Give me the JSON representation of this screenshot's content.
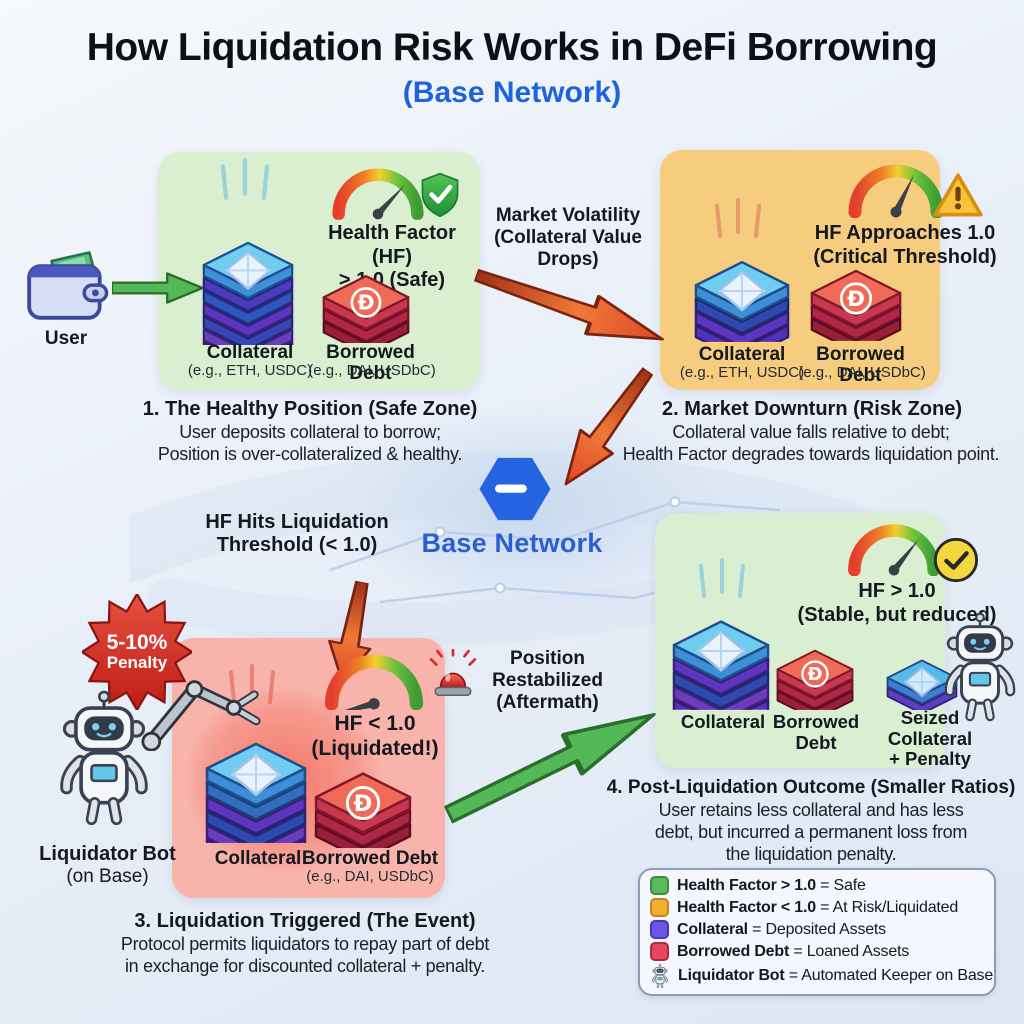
{
  "title": {
    "main": "How Liquidation Risk Works in DeFi Borrowing",
    "sub": "(Base Network)"
  },
  "colors": {
    "base_blue": "#2563e0",
    "title_blue": "#1e63dd",
    "safe_panel_green": "#d9efcf",
    "risk_panel_amber": "#f6cc7e",
    "danger_panel_pink": "#f8b3ab",
    "collateral_purple": "#6a55e6",
    "debt_red": "#e5485c",
    "arrow_green": "#55b858",
    "arrow_orange": "#e0542e"
  },
  "user": {
    "label": "User"
  },
  "center": {
    "label": "Base Network"
  },
  "stage1": {
    "hf": "Health Factor (HF)\n> 1.0 (Safe)",
    "collateral_label": "Collateral",
    "collateral_sub": "(e.g., ETH, USDC)",
    "debt_label": "Borrowed Debt",
    "debt_sub": "(e.g., DAI, USDbC)",
    "caption_title": "1. The Healthy Position (Safe Zone)",
    "caption_body": "User deposits collateral to borrow;\nPosition is over-collateralized & healthy."
  },
  "arrow_1_2_label": "Market Volatility\n(Collateral Value\nDrops)",
  "stage2": {
    "hf": "HF Approaches 1.0\n(Critical Threshold)",
    "collateral_label": "Collateral",
    "collateral_sub": "(e.g., ETH, USDC)",
    "debt_label": "Borrowed Debt",
    "debt_sub": "(e.g., DAI, USDbC)",
    "caption_title": "2. Market Downturn (Risk Zone)",
    "caption_body": "Collateral value falls relative to debt;\nHealth Factor degrades towards liquidation point."
  },
  "arrow_2_3_label": "HF Hits Liquidation\nThreshold (< 1.0)",
  "stage3": {
    "penalty_line1": "5-10%",
    "penalty_line2": "Penalty",
    "hf": "HF < 1.0\n(Liquidated!)",
    "collateral_label": "Collateral",
    "debt_label": "Borrowed Debt",
    "debt_sub": "(e.g., DAI, USDbC)",
    "caption_title": "3. Liquidation Triggered (The Event)",
    "caption_body": "Protocol permits liquidators to repay part of debt\nin exchange for discounted collateral + penalty."
  },
  "liquidator": {
    "label_bold": "Liquidator Bot",
    "label_sub": "(on Base)"
  },
  "arrow_3_4_label": "Position\nRestabilized\n(Aftermath)",
  "stage4": {
    "hf": "HF > 1.0\n(Stable, but reduced)",
    "collateral_label": "Collateral",
    "debt_label": "Borrowed\nDebt",
    "seized_label": "Seized\nCollateral\n+ Penalty",
    "caption_title": "4. Post-Liquidation Outcome (Smaller Ratios)",
    "caption_body": "User retains less collateral and has less\ndebt, but incurred a permanent loss from\nthe liquidation penalty."
  },
  "legend": {
    "items": [
      {
        "bold": "Health Factor > 1.0",
        "rest": " = Safe",
        "swatch": "#5cb85c"
      },
      {
        "bold": "Health Factor < 1.0",
        "rest": " = At Risk/Liquidated",
        "swatch": "#f2ad33"
      },
      {
        "bold": "Collateral",
        "rest": " = Deposited Assets",
        "swatch": "#6a55e6"
      },
      {
        "bold": "Borrowed Debt",
        "rest": " = Loaned Assets",
        "swatch": "#e5485c"
      },
      {
        "bold": "Liquidator Bot",
        "rest": " = Automated Keeper on Base",
        "swatch": "robot"
      }
    ]
  }
}
